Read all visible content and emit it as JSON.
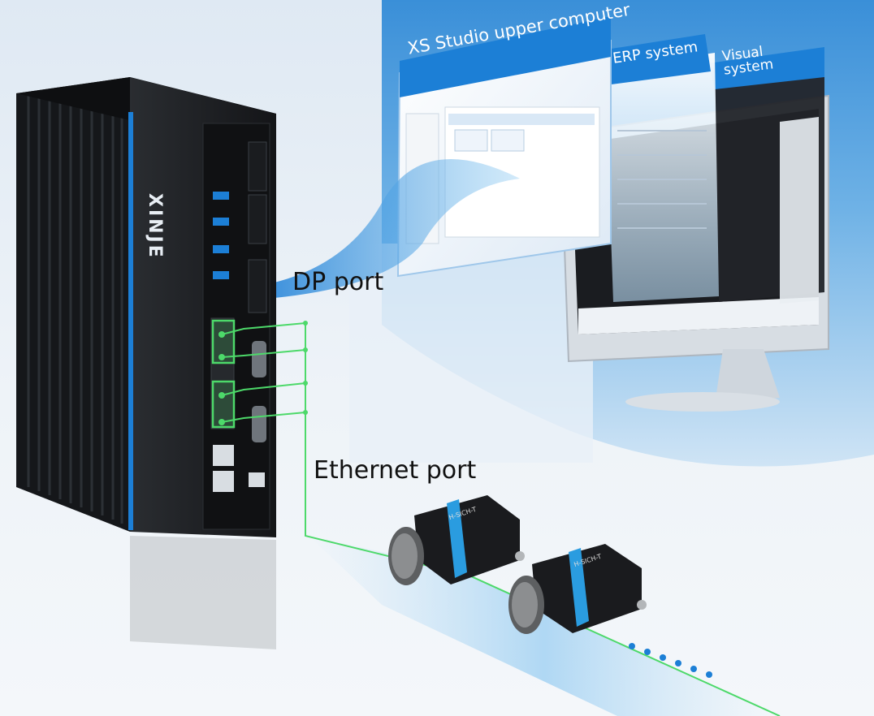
{
  "labels": {
    "dp_port": "DP port",
    "ethernet_port": "Ethernet port"
  },
  "software": {
    "xs_studio": "XS Studio upper computer",
    "erp": "ERP system",
    "visual_line1": "Visual",
    "visual_line2": "system"
  },
  "device": {
    "logo": "XINJE"
  },
  "cameras": {
    "logo": "H-SICH-T"
  },
  "colors": {
    "accent_blue": "#1c7fd6",
    "cable_green": "#4dd96a",
    "device_body": "#1b1d20"
  }
}
